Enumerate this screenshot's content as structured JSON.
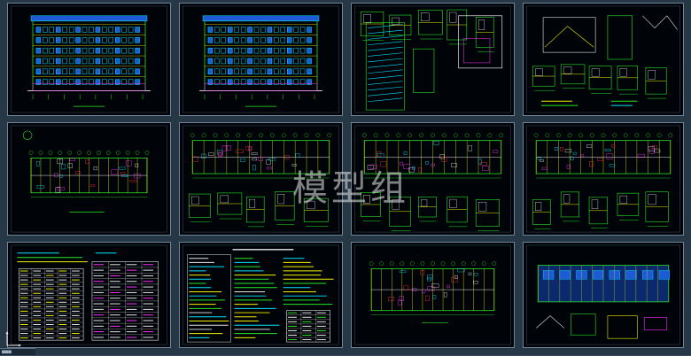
{
  "watermark": "模型组",
  "colors": {
    "background": "#263746",
    "sheet": "#000308",
    "frame": "#6f8498",
    "line_green": "#27e627",
    "line_yellow": "#f2f200",
    "line_cyan": "#00e5ff",
    "line_magenta": "#ff33ff",
    "line_white": "#e8e8e8",
    "line_red": "#ff3333",
    "fill_blue": "#1e59d6"
  },
  "sheets": [
    {
      "kind": "elevation"
    },
    {
      "kind": "elevation"
    },
    {
      "kind": "stair-details"
    },
    {
      "kind": "node-details"
    },
    {
      "kind": "plan-single"
    },
    {
      "kind": "plan-with-details"
    },
    {
      "kind": "plan-with-details"
    },
    {
      "kind": "plan-with-details"
    },
    {
      "kind": "door-window-schedule"
    },
    {
      "kind": "design-notes"
    },
    {
      "kind": "plan"
    },
    {
      "kind": "roof-plan"
    }
  ]
}
